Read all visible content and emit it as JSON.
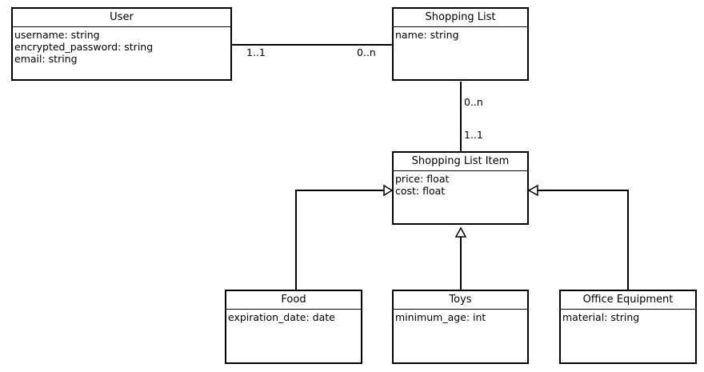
{
  "classes": {
    "user": {
      "name": "User",
      "attributes": [
        "username: string",
        "encrypted_password: string",
        "email: string"
      ]
    },
    "shopping_list": {
      "name": "Shopping List",
      "attributes": [
        "name: string"
      ]
    },
    "shopping_list_item": {
      "name": "Shopping List Item",
      "attributes": [
        "price: float",
        "cost: float"
      ]
    },
    "food": {
      "name": "Food",
      "attributes": [
        "expiration_date: date"
      ]
    },
    "toys": {
      "name": "Toys",
      "attributes": [
        "minimum_age: int"
      ]
    },
    "office_equipment": {
      "name": "Office Equipment",
      "attributes": [
        "material: string"
      ]
    }
  },
  "associations": {
    "user_list": {
      "user_end": "1..1",
      "list_end": "0..n"
    },
    "list_item": {
      "list_end": "0..n",
      "item_end": "1..1"
    }
  }
}
